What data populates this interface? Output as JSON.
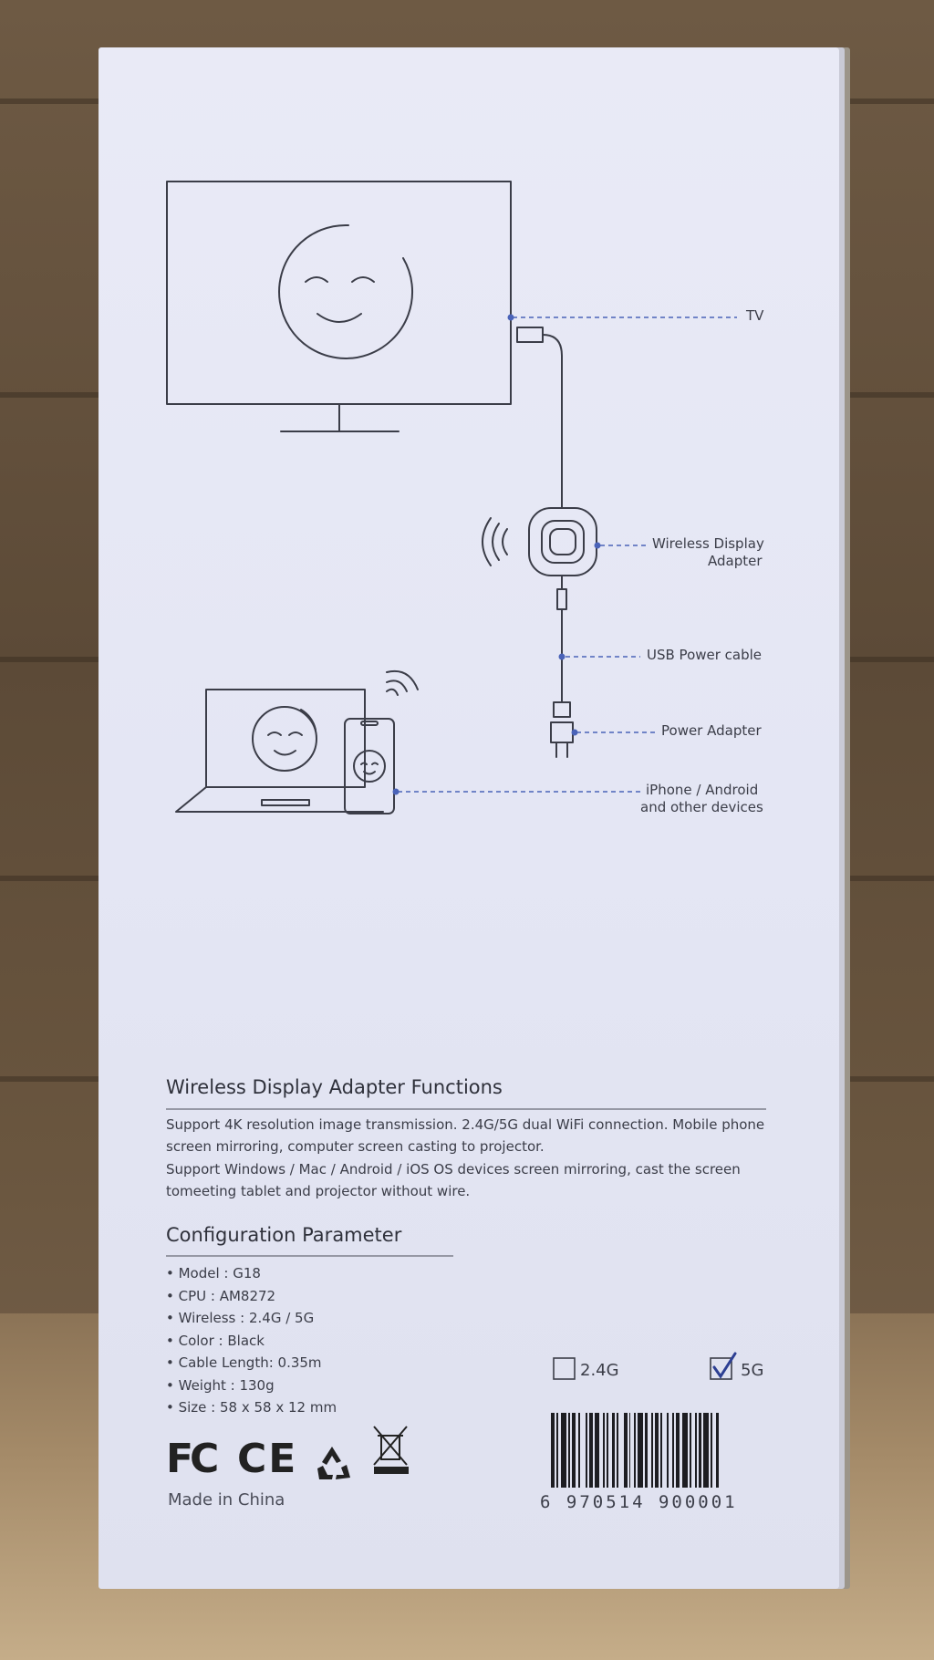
{
  "diagram": {
    "labels": {
      "tv": "TV",
      "adapter_line1": "Wireless Display",
      "adapter_line2": "Adapter",
      "usb_cable": "USB Power cable",
      "power_adapter": "Power Adapter",
      "devices_line1": "iPhone / Android",
      "devices_line2": "and other devices"
    }
  },
  "functions": {
    "heading": "Wireless Display Adapter Functions",
    "paragraph1_line1": "Support 4K resolution image transmission. 2.4G/5G dual WiFi connection. Mobile phone",
    "paragraph1_line2": "screen mirroring, computer screen casting to projector.",
    "paragraph2_line1": "Support Windows / Mac / Android / iOS OS devices screen mirroring, cast the screen",
    "paragraph2_line2": "tomeeting tablet and projector without wire."
  },
  "config": {
    "heading": "Configuration Parameter",
    "items": [
      "• Model : G18",
      "• CPU : AM8272",
      "• Wireless : 2.4G / 5G",
      "• Color : Black",
      "• Cable Length: 0.35m",
      "• Weight : 130g",
      "• Size : 58 x 58 x 12 mm"
    ]
  },
  "options": {
    "option1": {
      "label": "2.4G",
      "checked": false
    },
    "option2": {
      "label": "5G",
      "checked": true
    }
  },
  "certifications": {
    "icons": [
      "fcc-mark-icon",
      "ce-mark-icon",
      "recycle-icon",
      "weee-crossed-bin-icon"
    ],
    "fc_text": "FC",
    "ce_text": "CE",
    "origin": "Made in China"
  },
  "barcode": {
    "digits": "6 970514 900001"
  },
  "colors": {
    "box": "#e6e7f4",
    "ink": "#3b3d48",
    "accent_dot": "#4a63b8"
  }
}
